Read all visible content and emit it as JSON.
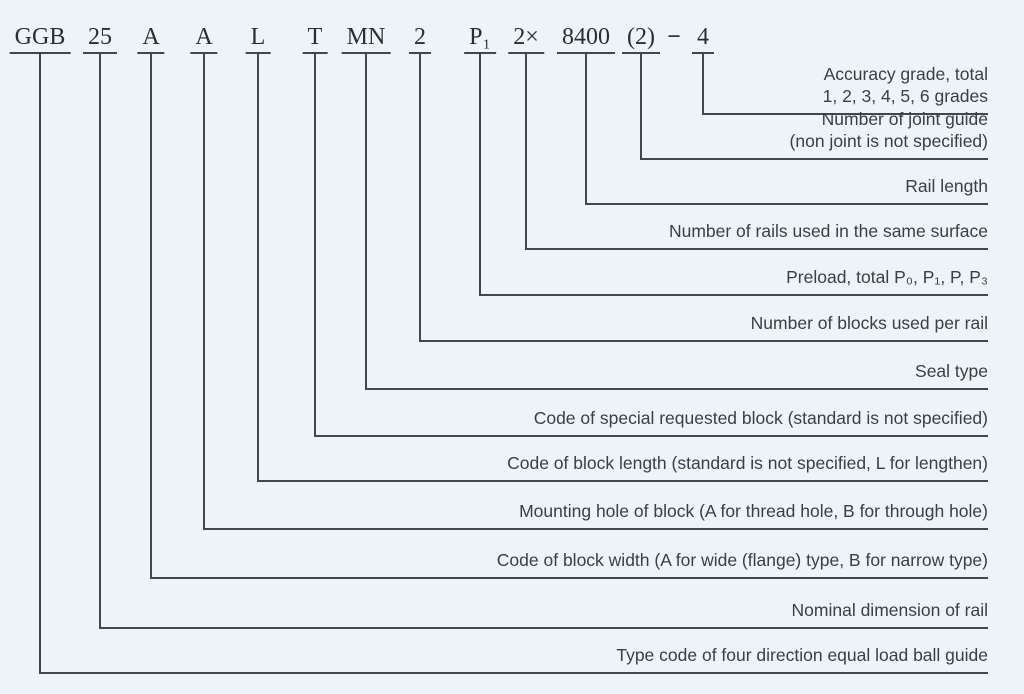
{
  "code": {
    "tokens": [
      "GGB",
      "25",
      "A",
      "A",
      "L",
      "T",
      "MN",
      "2",
      "P₁",
      "2×",
      "8400",
      "(2)",
      "4"
    ],
    "separator": "−"
  },
  "rows": [
    {
      "token": "4",
      "lines": [
        "Accuracy grade, total",
        "1, 2, 3, 4, 5, 6 grades"
      ]
    },
    {
      "token": "(2)",
      "lines": [
        "Number of joint guide",
        "(non joint is not specified)"
      ]
    },
    {
      "token": "8400",
      "lines": [
        "Rail length"
      ]
    },
    {
      "token": "2×",
      "lines": [
        "Number of rails used in the same surface"
      ]
    },
    {
      "token": "P₁",
      "lines": [
        "Preload, total P₀, P₁, P, P₃"
      ]
    },
    {
      "token": "2",
      "lines": [
        "Number of blocks used per rail"
      ]
    },
    {
      "token": "MN",
      "lines": [
        "Seal type"
      ]
    },
    {
      "token": "T",
      "lines": [
        "Code of special requested block (standard is not specified)"
      ]
    },
    {
      "token": "L",
      "lines": [
        "Code of block length (standard is not specified, L for lengthen)"
      ]
    },
    {
      "token": "A",
      "lines": [
        "Mounting hole of block (A for thread hole, B for through hole)"
      ]
    },
    {
      "token": "A",
      "lines": [
        "Code of block width (A for wide (flange) type, B for narrow type)"
      ]
    },
    {
      "token": "25",
      "lines": [
        "Nominal dimension of rail"
      ]
    },
    {
      "token": "GGB",
      "lines": [
        "Type code of four direction equal load ball guide"
      ]
    }
  ],
  "colors": {
    "background": "#ecf3f9",
    "line": "#43474a",
    "token_text": "#2b2e30",
    "label_text": "#3b3f42"
  }
}
